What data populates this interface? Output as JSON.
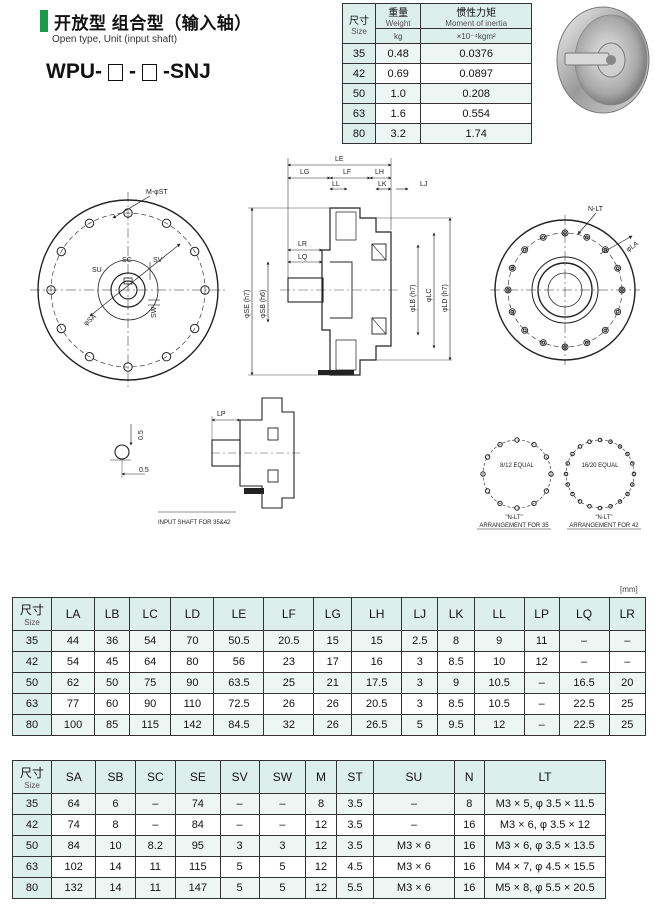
{
  "header": {
    "title_cn": "开放型 组合型（输入轴）",
    "title_en": "Open type, Unit (input shaft)",
    "model_prefix": "WPU-",
    "model_sep": "-",
    "model_suffix": "-SNJ"
  },
  "weight_table": {
    "size_label": "尺寸",
    "size_sub": "Size",
    "weight_label": "重量",
    "weight_sub": "Weight",
    "inertia_label": "惯性力矩",
    "inertia_sub": "Moment of inertia",
    "weight_unit": "kg",
    "inertia_unit": "×10⁻⁴kgm²",
    "rows": [
      [
        "35",
        "0.48",
        "0.0376"
      ],
      [
        "42",
        "0.69",
        "0.0897"
      ],
      [
        "50",
        "1.0",
        "0.208"
      ],
      [
        "63",
        "1.6",
        "0.554"
      ],
      [
        "80",
        "3.2",
        "1.74"
      ]
    ]
  },
  "drawing": {
    "front_labels": {
      "mst": "M-φST",
      "sc": "SC",
      "sv": "SV",
      "su": "SU",
      "sw": "SW",
      "sa": "φSA"
    },
    "side_labels": {
      "le": "LE",
      "lg": "LG",
      "lf": "LF",
      "lh": "LH",
      "ll": "LL",
      "lk": "LK",
      "lj": "LJ",
      "lr": "LR",
      "lq": "LQ",
      "se": "φSE (h7)",
      "sb": "φSB (h6)",
      "lb": "φLB (h7)",
      "lc": "φLC",
      "ld": "φLD (h7)"
    },
    "right_labels": {
      "nlt": "N-LT",
      "la": "φLA"
    },
    "small_labels": {
      "lp": "LP",
      "d05a": "0.5",
      "d05b": "0.5"
    },
    "caption_shaft": "INPUT SHAFT FOR 35&42",
    "pattern1_label": "8/12 EQUAL",
    "pattern2_label": "16/20 EQUAL",
    "caption_arr35_a": "\"N-LT\"",
    "caption_arr35_b": "ARRANGEMENT FOR 35",
    "caption_arr42_a": "\"N-LT\"",
    "caption_arr42_b": "ARRANGEMENT FOR 42"
  },
  "unit_label": "[mm]",
  "dim_table1": {
    "size_label": "尺寸",
    "size_sub": "Size",
    "headers": [
      "LA",
      "LB",
      "LC",
      "LD",
      "LE",
      "LF",
      "LG",
      "LH",
      "LJ",
      "LK",
      "LL",
      "LP",
      "LQ",
      "LR"
    ],
    "rows": [
      [
        "35",
        "44",
        "36",
        "54",
        "70",
        "50.5",
        "20.5",
        "15",
        "15",
        "2.5",
        "8",
        "9",
        "11",
        "–",
        "–"
      ],
      [
        "42",
        "54",
        "45",
        "64",
        "80",
        "56",
        "23",
        "17",
        "16",
        "3",
        "8.5",
        "10",
        "12",
        "–",
        "–"
      ],
      [
        "50",
        "62",
        "50",
        "75",
        "90",
        "63.5",
        "25",
        "21",
        "17.5",
        "3",
        "9",
        "10.5",
        "–",
        "16.5",
        "20"
      ],
      [
        "63",
        "77",
        "60",
        "90",
        "110",
        "72.5",
        "26",
        "26",
        "20.5",
        "3",
        "8.5",
        "10.5",
        "–",
        "22.5",
        "25"
      ],
      [
        "80",
        "100",
        "85",
        "115",
        "142",
        "84.5",
        "32",
        "26",
        "26.5",
        "5",
        "9.5",
        "12",
        "–",
        "22.5",
        "25"
      ]
    ]
  },
  "dim_table2": {
    "size_label": "尺寸",
    "size_sub": "Size",
    "headers": [
      "SA",
      "SB",
      "SC",
      "SE",
      "SV",
      "SW",
      "M",
      "ST",
      "SU",
      "N",
      "LT"
    ],
    "rows": [
      [
        "35",
        "64",
        "6",
        "–",
        "74",
        "–",
        "–",
        "8",
        "3.5",
        "–",
        "8",
        "M3 × 5, φ 3.5 × 11.5"
      ],
      [
        "42",
        "74",
        "8",
        "–",
        "84",
        "–",
        "–",
        "12",
        "3.5",
        "–",
        "16",
        "M3 × 6, φ 3.5 × 12"
      ],
      [
        "50",
        "84",
        "10",
        "8.2",
        "95",
        "3",
        "3",
        "12",
        "3.5",
        "M3 × 6",
        "16",
        "M3 × 6, φ 3.5 × 13.5"
      ],
      [
        "63",
        "102",
        "14",
        "11",
        "115",
        "5",
        "5",
        "12",
        "4.5",
        "M3 × 6",
        "16",
        "M4 × 7, φ 4.5 × 15.5"
      ],
      [
        "80",
        "132",
        "14",
        "11",
        "147",
        "5",
        "5",
        "12",
        "5.5",
        "M3 × 6",
        "16",
        "M5 × 8, φ 5.5 × 20.5"
      ]
    ]
  },
  "colors": {
    "accent": "#1a9a4a",
    "header_fill": "#dcefea",
    "row_fill": "#eef6f3"
  }
}
